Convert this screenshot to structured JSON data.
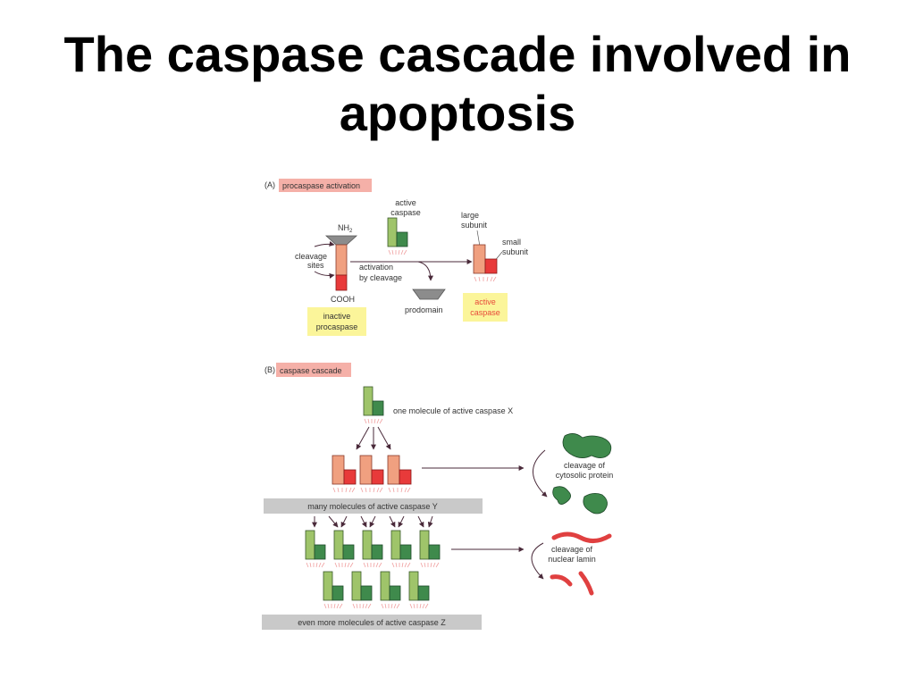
{
  "slide": {
    "title_line1": "The caspase cascade involved in",
    "title_line2": "apoptosis"
  },
  "panel_a": {
    "label": "(A)",
    "header": "procaspase activation",
    "nh2": "NH",
    "nh2_sub": "2",
    "cleavage_sites_line1": "cleavage",
    "cleavage_sites_line2": "sites",
    "cooh": "COOH",
    "inactive_line1": "inactive",
    "inactive_line2": "procaspase",
    "activation_line1": "activation",
    "activation_line2": "by cleavage",
    "active_caspase_top_line1": "active",
    "active_caspase_top_line2": "caspase",
    "prodomain": "prodomain",
    "large_subunit_line1": "large",
    "large_subunit_line2": "subunit",
    "small_subunit_line1": "small",
    "small_subunit_line2": "subunit",
    "active_caspase_box_line1": "active",
    "active_caspase_box_line2": "caspase"
  },
  "panel_b": {
    "label": "(B)",
    "header": "caspase cascade",
    "caspase_x": "one molecule of active caspase X",
    "caspase_y_bar": "many molecules of active caspase Y",
    "caspase_z_bar": "even more molecules of active caspase Z",
    "cytosolic_line1": "cleavage of",
    "cytosolic_line2": "cytosolic protein",
    "lamin_line1": "cleavage of",
    "lamin_line2": "nuclear lamin"
  },
  "colors": {
    "green_light": "#9fc46a",
    "green_dark": "#3f8a4c",
    "salmon": "#f0a080",
    "red": "#e83a3a",
    "pink_label": "#f5b0a8",
    "yellow_label": "#fbf59a",
    "gray_bar": "#c9c9c9",
    "prodomain_gray": "#8c8c8c",
    "lamin_red": "#e04040",
    "protein_green": "#3f8a4c",
    "arrow": "#4a2a3a"
  }
}
